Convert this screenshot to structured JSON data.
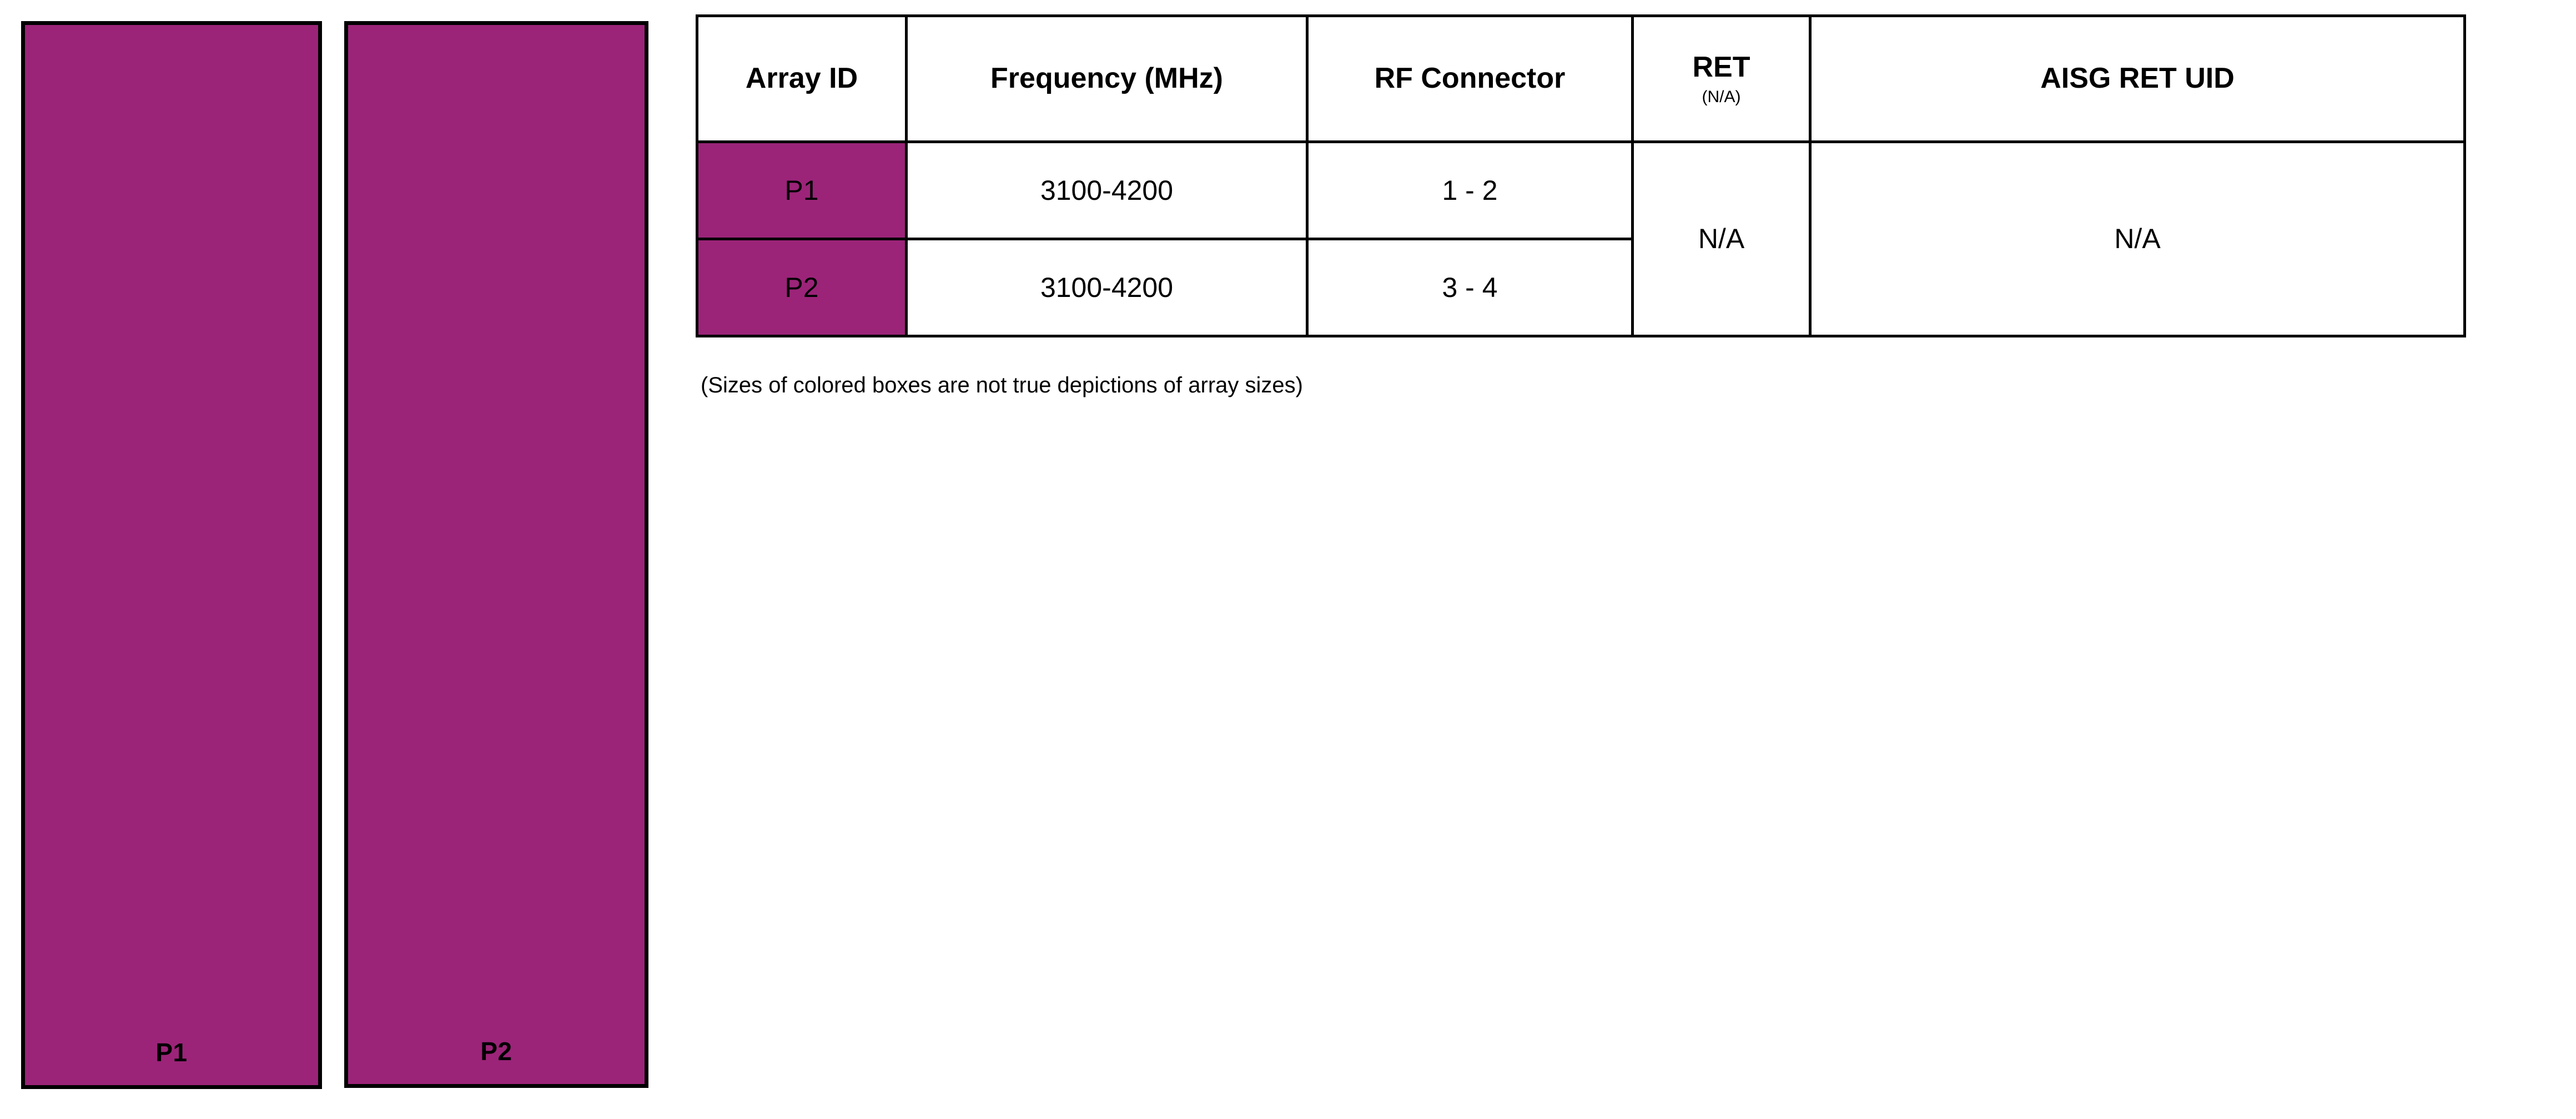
{
  "figure": {
    "caption": "(Sizes of colored boxes are not true depictions of array sizes)",
    "array_color": "#9b2478",
    "border_color": "#000000",
    "background_color": "#ffffff"
  },
  "array_boxes": [
    {
      "id": "P1",
      "label": "P1",
      "color": "#9b2478"
    },
    {
      "id": "P2",
      "label": "P2",
      "color": "#9b2478"
    }
  ],
  "table": {
    "headers": {
      "array_id": "Array ID",
      "frequency": "Frequency (MHz)",
      "rf_connector": "RF Connector",
      "ret_main": "RET",
      "ret_sub": "(N/A)",
      "aisg_ret_uid": "AISG RET UID"
    },
    "rows": [
      {
        "array_id": "P1",
        "frequency": "3100-4200",
        "rf_connector": "1 - 2"
      },
      {
        "array_id": "P2",
        "frequency": "3100-4200",
        "rf_connector": "3 - 4"
      }
    ],
    "merged": {
      "ret": "N/A",
      "aisg_ret_uid": "N/A"
    }
  }
}
